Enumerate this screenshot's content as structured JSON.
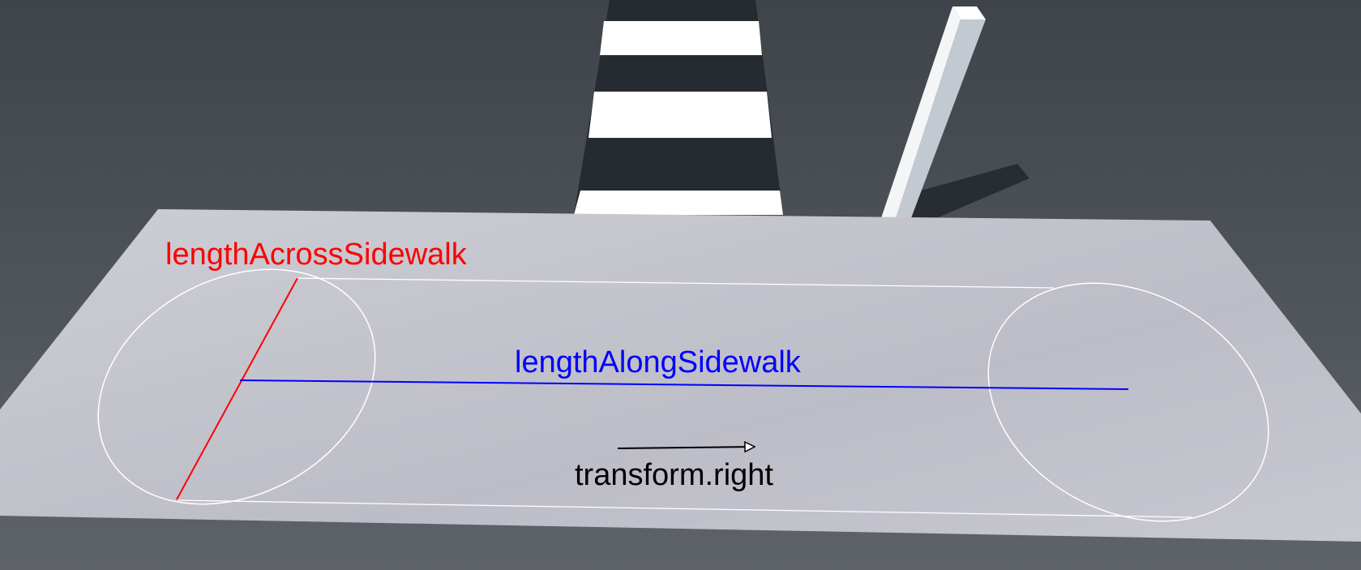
{
  "scene": {
    "colors": {
      "sky_top": "#3a3f46",
      "sky_bottom": "#5c6168",
      "sidewalk": "#c3c3cc",
      "crosswalk_dark": "#262a31",
      "crosswalk_light": "#ffffff",
      "pole": "#e3e6ea",
      "pole_shadow": "#1f242b",
      "across_color": "#ff0000",
      "along_color": "#0000ff",
      "right_color": "#000000",
      "ellipse_stroke": "#ffffff"
    }
  },
  "labels": {
    "length_across": "lengthAcrossSidewalk",
    "length_along": "lengthAlongSidewalk",
    "transform_right": "transform.right"
  }
}
